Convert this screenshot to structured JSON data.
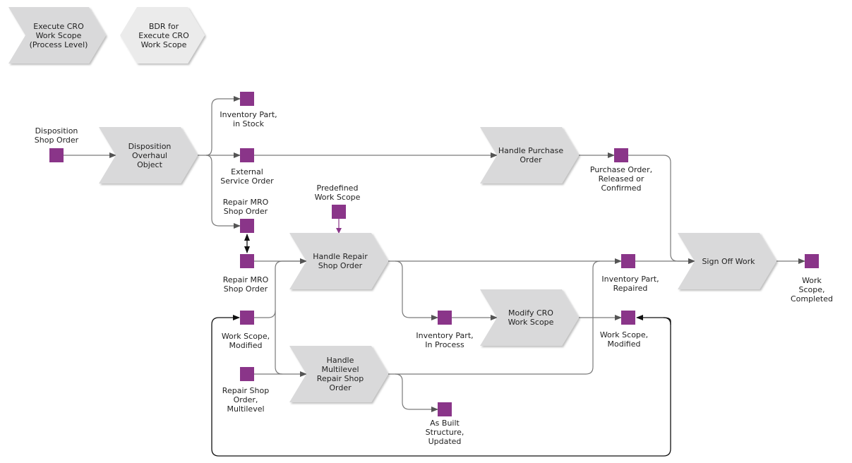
{
  "colors": {
    "process_fill": "#d9d9da",
    "process_fill_light": "#ebebeb",
    "event_fill": "#8a3589",
    "connector": "#7a7a7a",
    "flow_arrow": "#444444",
    "black_arrow": "#111111",
    "predefined_arrow": "#8a3589"
  },
  "header_processes": [
    {
      "id": "execute-cro-work-scope",
      "label": "Execute CRO\nWork Scope\n(Process Level)"
    },
    {
      "id": "bdr-for-execute-cro-work-scope",
      "label": "BDR for\nExecute CRO\nWork Scope"
    }
  ],
  "processes": [
    {
      "id": "disposition-overhaul-object",
      "label": "Disposition\nOverhaul\nObject"
    },
    {
      "id": "handle-purchase-order",
      "label": "Handle Purchase\nOrder"
    },
    {
      "id": "handle-repair-shop-order",
      "label": "Handle Repair\nShop Order"
    },
    {
      "id": "modify-cro-work-scope",
      "label": "Modify CRO\nWork Scope"
    },
    {
      "id": "handle-multilevel-repair-shop-order",
      "label": "Handle\nMultilevel\nRepair Shop\nOrder"
    },
    {
      "id": "sign-off-work",
      "label": "Sign Off Work"
    }
  ],
  "events": [
    {
      "id": "disposition-shop-order",
      "label": "Disposition\nShop Order"
    },
    {
      "id": "inventory-part-in-stock",
      "label": "Inventory Part,\nin Stock"
    },
    {
      "id": "external-service-order",
      "label": "External\nService Order"
    },
    {
      "id": "repair-mro-shop-order-top",
      "label": "Repair MRO\nShop Order"
    },
    {
      "id": "repair-mro-shop-order-bottom",
      "label": "Repair MRO\nShop Order"
    },
    {
      "id": "work-scope-modified-left",
      "label": "Work Scope,\nModified"
    },
    {
      "id": "repair-shop-order-multilevel",
      "label": "Repair Shop\nOrder,\nMultilevel"
    },
    {
      "id": "predefined-work-scope",
      "label": "Predefined\nWork Scope"
    },
    {
      "id": "purchase-order-released",
      "label": "Purchase Order,\nReleased or\nConfirmed"
    },
    {
      "id": "inventory-part-repaired",
      "label": "Inventory Part,\nRepaired"
    },
    {
      "id": "inventory-part-in-process",
      "label": "Inventory Part,\nIn Process"
    },
    {
      "id": "work-scope-modified-right",
      "label": "Work Scope,\nModified"
    },
    {
      "id": "as-built-structure-updated",
      "label": "As Built\nStructure,\nUpdated"
    },
    {
      "id": "work-scope-completed",
      "label": "Work Scope,\nCompleted"
    }
  ]
}
